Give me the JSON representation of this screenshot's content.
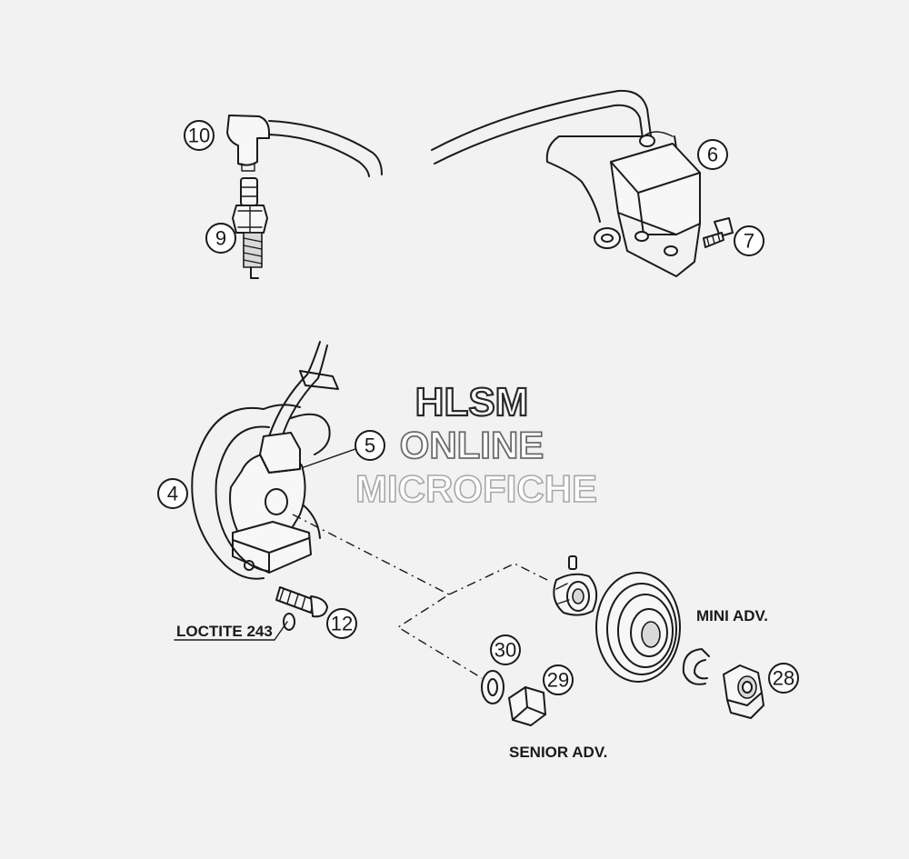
{
  "callouts": [
    {
      "id": "10",
      "label": "10"
    },
    {
      "id": "9",
      "label": "9"
    },
    {
      "id": "6",
      "label": "6"
    },
    {
      "id": "7",
      "label": "7"
    },
    {
      "id": "5",
      "label": "5"
    },
    {
      "id": "4",
      "label": "4"
    },
    {
      "id": "12",
      "label": "12"
    },
    {
      "id": "30",
      "label": "30"
    },
    {
      "id": "29",
      "label": "29"
    },
    {
      "id": "28",
      "label": "28"
    }
  ],
  "labels": {
    "loctite": "LOCTITE 243",
    "mini_adv": "MINI ADV.",
    "senior_adv": "SENIOR ADV."
  },
  "watermark": {
    "line1": "HLSM",
    "line2": "ONLINE",
    "line3": "MICROFICHE"
  }
}
